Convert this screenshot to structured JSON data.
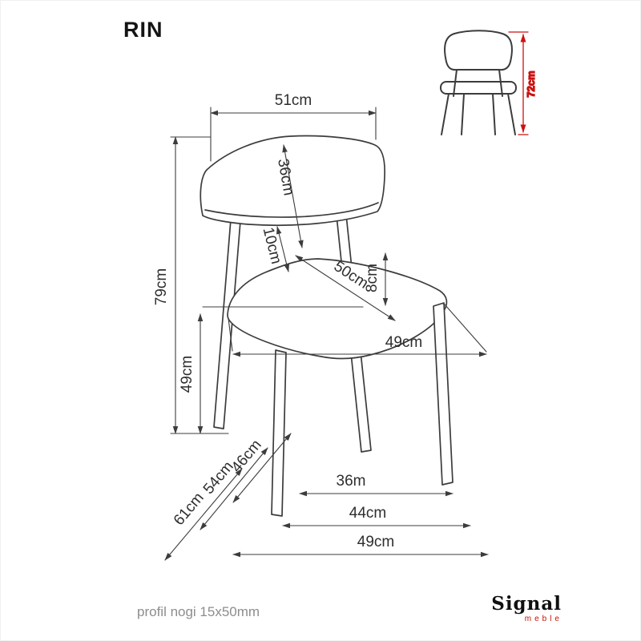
{
  "title": "RIN",
  "footer_note": "profil nogi 15x50mm",
  "logo": {
    "brand": "Signal",
    "sub": "meble"
  },
  "thumbnail": {
    "total_height": "72cm"
  },
  "dimensions": {
    "backrest_width": "51cm",
    "backrest_height": "36cm",
    "backrest_gap": "10cm",
    "seat_depth": "50cm",
    "seat_thickness": "8cm",
    "total_height": "79cm",
    "seat_height": "49cm",
    "seat_width": "49cm",
    "depth_inner": "46cm",
    "depth_mid": "54cm",
    "depth_total": "61cm",
    "base_inner": "36m",
    "base_mid": "44cm",
    "base_total": "49cm"
  },
  "colors": {
    "line": "#3c3c3c",
    "text": "#2e2e2e",
    "accent_red": "#cc1111",
    "muted": "#8d8d8d"
  }
}
